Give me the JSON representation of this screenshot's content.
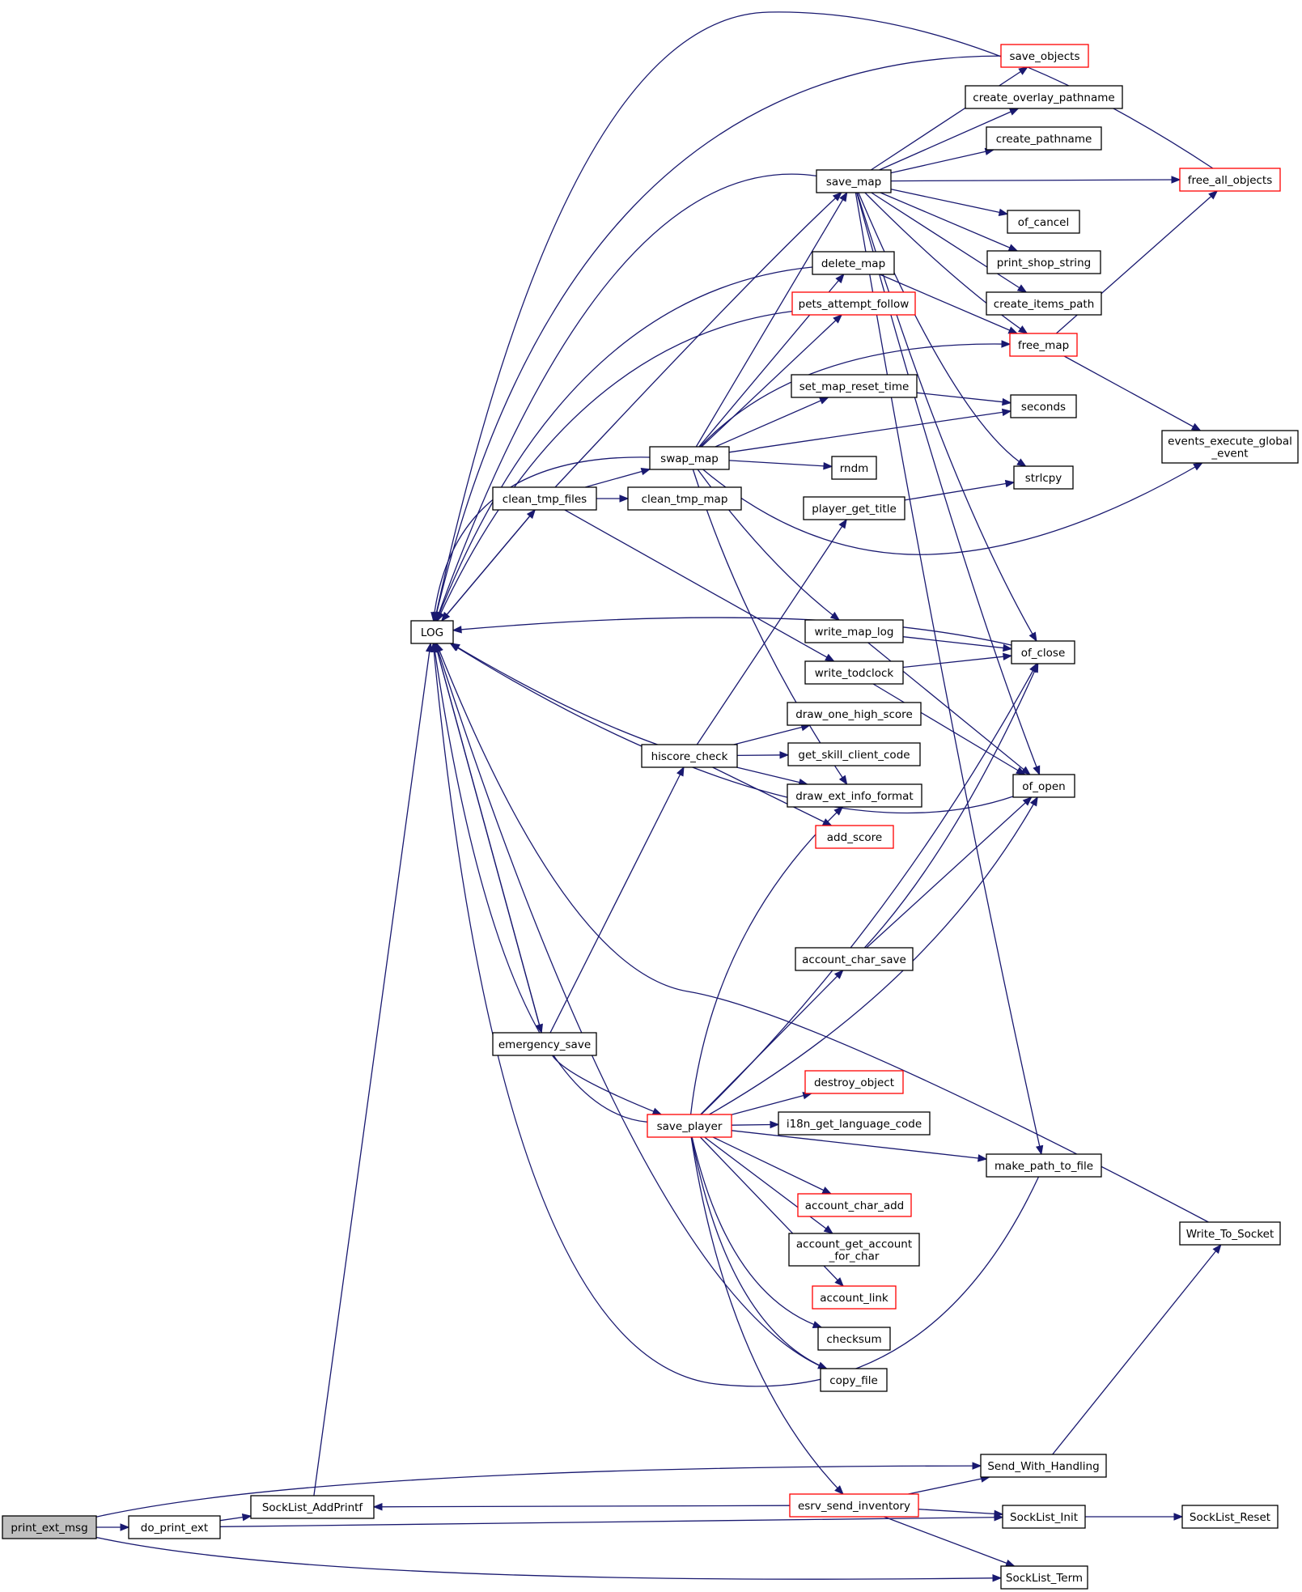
{
  "diagram": {
    "type": "call-graph",
    "root": "print_ext_msg",
    "colors": {
      "edge": "#191970",
      "node_border": "#000000",
      "node_border_truncated": "#ff0000",
      "root_fill": "#bfbfbf",
      "node_fill": "#ffffff"
    },
    "nodes": [
      {
        "id": "print_ext_msg",
        "label": "print_ext_msg",
        "style": "root"
      },
      {
        "id": "do_print_ext",
        "label": "do_print_ext",
        "style": "normal"
      },
      {
        "id": "SockList_AddPrintf",
        "label": "SockList_AddPrintf",
        "style": "normal"
      },
      {
        "id": "LOG",
        "label": "LOG",
        "style": "normal"
      },
      {
        "id": "clean_tmp_files",
        "label": "clean_tmp_files",
        "style": "normal"
      },
      {
        "id": "clean_tmp_map",
        "label": "clean_tmp_map",
        "style": "normal"
      },
      {
        "id": "swap_map",
        "label": "swap_map",
        "style": "normal"
      },
      {
        "id": "emergency_save",
        "label": "emergency_save",
        "style": "normal"
      },
      {
        "id": "hiscore_check",
        "label": "hiscore_check",
        "style": "normal"
      },
      {
        "id": "save_player",
        "label": "save_player",
        "style": "truncated"
      },
      {
        "id": "save_map",
        "label": "save_map",
        "style": "normal"
      },
      {
        "id": "delete_map",
        "label": "delete_map",
        "style": "normal"
      },
      {
        "id": "pets_attempt_follow",
        "label": "pets_attempt_follow",
        "style": "truncated"
      },
      {
        "id": "set_map_reset_time",
        "label": "set_map_reset_time",
        "style": "normal"
      },
      {
        "id": "rndm",
        "label": "rndm",
        "style": "normal"
      },
      {
        "id": "player_get_title",
        "label": "player_get_title",
        "style": "normal"
      },
      {
        "id": "write_map_log",
        "label": "write_map_log",
        "style": "normal"
      },
      {
        "id": "write_todclock",
        "label": "write_todclock",
        "style": "normal"
      },
      {
        "id": "draw_one_high_score",
        "label": "draw_one_high_score",
        "style": "normal"
      },
      {
        "id": "get_skill_client_code",
        "label": "get_skill_client_code",
        "style": "normal"
      },
      {
        "id": "draw_ext_info_format",
        "label": "draw_ext_info_format",
        "style": "normal"
      },
      {
        "id": "add_score",
        "label": "add_score",
        "style": "truncated"
      },
      {
        "id": "account_char_save",
        "label": "account_char_save",
        "style": "normal"
      },
      {
        "id": "destroy_object",
        "label": "destroy_object",
        "style": "truncated"
      },
      {
        "id": "i18n_get_language_code",
        "label": "i18n_get_language_code",
        "style": "normal"
      },
      {
        "id": "account_char_add",
        "label": "account_char_add",
        "style": "truncated"
      },
      {
        "id": "account_get_account_for_char",
        "label": "account_get_account\n_for_char",
        "style": "normal"
      },
      {
        "id": "account_link",
        "label": "account_link",
        "style": "truncated"
      },
      {
        "id": "checksum",
        "label": "checksum",
        "style": "normal"
      },
      {
        "id": "copy_file",
        "label": "copy_file",
        "style": "normal"
      },
      {
        "id": "esrv_send_inventory",
        "label": "esrv_send_inventory",
        "style": "truncated"
      },
      {
        "id": "save_objects",
        "label": "save_objects",
        "style": "truncated"
      },
      {
        "id": "create_overlay_pathname",
        "label": "create_overlay_pathname",
        "style": "normal"
      },
      {
        "id": "create_pathname",
        "label": "create_pathname",
        "style": "normal"
      },
      {
        "id": "of_cancel",
        "label": "of_cancel",
        "style": "normal"
      },
      {
        "id": "print_shop_string",
        "label": "print_shop_string",
        "style": "normal"
      },
      {
        "id": "create_items_path",
        "label": "create_items_path",
        "style": "normal"
      },
      {
        "id": "free_map",
        "label": "free_map",
        "style": "truncated"
      },
      {
        "id": "seconds",
        "label": "seconds",
        "style": "normal"
      },
      {
        "id": "strlcpy",
        "label": "strlcpy",
        "style": "normal"
      },
      {
        "id": "of_close",
        "label": "of_close",
        "style": "normal"
      },
      {
        "id": "of_open",
        "label": "of_open",
        "style": "normal"
      },
      {
        "id": "make_path_to_file",
        "label": "make_path_to_file",
        "style": "normal"
      },
      {
        "id": "Send_With_Handling",
        "label": "Send_With_Handling",
        "style": "normal"
      },
      {
        "id": "SockList_Init",
        "label": "SockList_Init",
        "style": "normal"
      },
      {
        "id": "SockList_Term",
        "label": "SockList_Term",
        "style": "normal"
      },
      {
        "id": "free_all_objects",
        "label": "free_all_objects",
        "style": "truncated"
      },
      {
        "id": "events_execute_global_event",
        "label": "events_execute_global\n_event",
        "style": "normal"
      },
      {
        "id": "Write_To_Socket",
        "label": "Write_To_Socket",
        "style": "normal"
      },
      {
        "id": "SockList_Reset",
        "label": "SockList_Reset",
        "style": "normal"
      }
    ],
    "edges": [
      [
        "print_ext_msg",
        "do_print_ext"
      ],
      [
        "print_ext_msg",
        "Send_With_Handling"
      ],
      [
        "print_ext_msg",
        "SockList_Term"
      ],
      [
        "do_print_ext",
        "SockList_AddPrintf"
      ],
      [
        "do_print_ext",
        "SockList_Init"
      ],
      [
        "SockList_AddPrintf",
        "LOG"
      ],
      [
        "LOG",
        "clean_tmp_files"
      ],
      [
        "LOG",
        "emergency_save"
      ],
      [
        "clean_tmp_files",
        "LOG"
      ],
      [
        "clean_tmp_files",
        "swap_map"
      ],
      [
        "clean_tmp_files",
        "clean_tmp_map"
      ],
      [
        "clean_tmp_files",
        "save_map"
      ],
      [
        "clean_tmp_files",
        "write_todclock"
      ],
      [
        "swap_map",
        "LOG"
      ],
      [
        "swap_map",
        "save_map"
      ],
      [
        "swap_map",
        "delete_map"
      ],
      [
        "swap_map",
        "pets_attempt_follow"
      ],
      [
        "swap_map",
        "free_map"
      ],
      [
        "swap_map",
        "set_map_reset_time"
      ],
      [
        "swap_map",
        "seconds"
      ],
      [
        "swap_map",
        "rndm"
      ],
      [
        "swap_map",
        "events_execute_global_event"
      ],
      [
        "swap_map",
        "write_map_log"
      ],
      [
        "swap_map",
        "draw_ext_info_format"
      ],
      [
        "emergency_save",
        "LOG"
      ],
      [
        "emergency_save",
        "hiscore_check"
      ],
      [
        "emergency_save",
        "save_player"
      ],
      [
        "hiscore_check",
        "LOG"
      ],
      [
        "hiscore_check",
        "player_get_title"
      ],
      [
        "hiscore_check",
        "draw_one_high_score"
      ],
      [
        "hiscore_check",
        "get_skill_client_code"
      ],
      [
        "hiscore_check",
        "draw_ext_info_format"
      ],
      [
        "hiscore_check",
        "add_score"
      ],
      [
        "save_player",
        "LOG"
      ],
      [
        "save_player",
        "draw_ext_info_format"
      ],
      [
        "save_player",
        "account_char_save"
      ],
      [
        "save_player",
        "of_close"
      ],
      [
        "save_player",
        "of_open"
      ],
      [
        "save_player",
        "destroy_object"
      ],
      [
        "save_player",
        "i18n_get_language_code"
      ],
      [
        "save_player",
        "make_path_to_file"
      ],
      [
        "save_player",
        "account_char_add"
      ],
      [
        "save_player",
        "account_get_account_for_char"
      ],
      [
        "save_player",
        "account_link"
      ],
      [
        "save_player",
        "checksum"
      ],
      [
        "save_player",
        "copy_file"
      ],
      [
        "save_player",
        "esrv_send_inventory"
      ],
      [
        "save_map",
        "LOG"
      ],
      [
        "save_map",
        "save_objects"
      ],
      [
        "save_map",
        "create_overlay_pathname"
      ],
      [
        "save_map",
        "create_pathname"
      ],
      [
        "save_map",
        "free_all_objects"
      ],
      [
        "save_map",
        "of_cancel"
      ],
      [
        "save_map",
        "print_shop_string"
      ],
      [
        "save_map",
        "create_items_path"
      ],
      [
        "save_map",
        "free_map"
      ],
      [
        "save_map",
        "strlcpy"
      ],
      [
        "save_map",
        "of_close"
      ],
      [
        "save_map",
        "of_open"
      ],
      [
        "save_map",
        "make_path_to_file"
      ],
      [
        "delete_map",
        "LOG"
      ],
      [
        "delete_map",
        "free_map"
      ],
      [
        "pets_attempt_follow",
        "LOG"
      ],
      [
        "set_map_reset_time",
        "seconds"
      ],
      [
        "player_get_title",
        "strlcpy"
      ],
      [
        "write_map_log",
        "of_close"
      ],
      [
        "write_map_log",
        "of_open"
      ],
      [
        "write_todclock",
        "of_close"
      ],
      [
        "write_todclock",
        "of_open"
      ],
      [
        "of_close",
        "LOG"
      ],
      [
        "of_open",
        "LOG"
      ],
      [
        "account_char_save",
        "of_close"
      ],
      [
        "account_char_save",
        "of_open"
      ],
      [
        "make_path_to_file",
        "LOG"
      ],
      [
        "copy_file",
        "LOG"
      ],
      [
        "save_objects",
        "LOG"
      ],
      [
        "free_all_objects",
        "LOG"
      ],
      [
        "free_map",
        "free_all_objects"
      ],
      [
        "free_map",
        "events_execute_global_event"
      ],
      [
        "esrv_send_inventory",
        "SockList_AddPrintf"
      ],
      [
        "esrv_send_inventory",
        "Send_With_Handling"
      ],
      [
        "esrv_send_inventory",
        "SockList_Init"
      ],
      [
        "esrv_send_inventory",
        "SockList_Term"
      ],
      [
        "Send_With_Handling",
        "Write_To_Socket"
      ],
      [
        "Write_To_Socket",
        "LOG"
      ],
      [
        "SockList_Init",
        "SockList_Reset"
      ]
    ]
  }
}
